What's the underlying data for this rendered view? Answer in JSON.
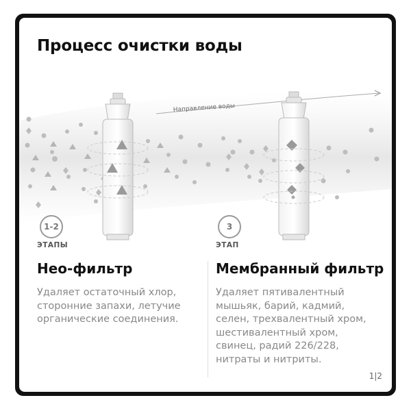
{
  "title": "Процесс очистки воды",
  "flow_label": "Направление воды",
  "stages": [
    {
      "badge": "1-2",
      "stage_label": "ЭТАПЫ",
      "heading": "Нео-фильтр",
      "description": "Удаляет остаточный хлор,\nсторонние запахи, летучие\nорганические соединения."
    },
    {
      "badge": "3",
      "stage_label": "ЭТАП",
      "heading": "Мембранный фильтр",
      "description": "Удаляет пятивалентный\nмышьяк, барий, кадмий,\nселен, трехвалентный хром,\nшестивалентный хром,\nсвинец, радий 226/228,\nнитраты и нитриты."
    }
  ],
  "page_indicator": "1|2"
}
